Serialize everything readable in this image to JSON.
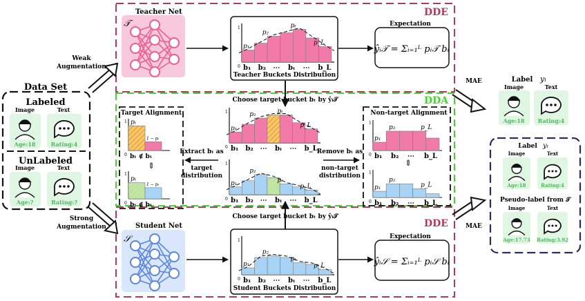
{
  "colors": {
    "dde": "#b03a5b",
    "dda": "#44d62c",
    "teacher_bg": "#f8c8dd",
    "student_bg": "#d9e6fb",
    "pink_bar": "#f27aa8",
    "blue_bar": "#a9d3f5",
    "hatch": "#f4d04a",
    "card": "#dff6e2",
    "card_text": "#4cba5a"
  },
  "labels": {
    "dde": "DDE",
    "dda": "DDA",
    "teacher_net": "Teacher Net",
    "student_net": "Student Net",
    "teacher_sym": "𝒯",
    "student_sym": "𝒮",
    "teacher_dist": "Teacher Buckets Distribution",
    "student_dist": "Student Buckets Distribution",
    "expectation": "Expectation",
    "weak_1": "Weak",
    "weak_2": "Augmentation",
    "strong_1": "Strong",
    "strong_2": "Augmentation",
    "mae": "MAE",
    "choose_top": "Choose target bucket bₜ by ŷᵢ𝒯",
    "choose_bottom": "Choose target bucket bₜ by ŷᵢ𝒯",
    "target_alignment": "Target Alignment",
    "nontarget_alignment": "Non-target Alignment",
    "extract_1": "Extract bₜ as",
    "extract_2": "target",
    "extract_3": "distribution",
    "remove_1": "Remove bₜ as",
    "remove_2": "non-target",
    "remove_3": "distribution"
  },
  "dataset": {
    "title": "Data Set",
    "labeled": "Labeled",
    "unlabeled": "UnLabeled",
    "image": "Image",
    "text": "Text",
    "age_l": "Age:18",
    "rating_l": "Rating:4",
    "age_u": "Age:?",
    "rating_u": "Rating:?"
  },
  "right": {
    "label_title": "Label",
    "label_sym": "yₗ",
    "image": "Image",
    "text": "Text",
    "age": "Age:18",
    "rating": "Rating:4",
    "pseudo_title": "Pseudo-label from 𝒯",
    "age_p": "Age:17.73",
    "rating_p": "Rating:3.92"
  },
  "formula": {
    "teacher": "ŷᵢ𝒯 = Σᵢ₌₁ᴸ pᵢ𝒯 bᵢ",
    "student": "ŷᵢ𝒮 = Σᵢ₌₁ᴸ pᵢ𝒮 bᵢ"
  },
  "hist": {
    "teacher_heights": [
      0.35,
      0.55,
      0.75,
      0.85,
      0.95,
      0.7,
      0.45
    ],
    "dda_top_heights": [
      0.35,
      0.6,
      0.8,
      0.9,
      0.9,
      0.65,
      0.45
    ],
    "dda_bottom_heights": [
      0.25,
      0.45,
      0.65,
      0.55,
      0.35,
      0.25,
      0.15
    ],
    "student_heights": [
      0.2,
      0.5,
      0.55,
      0.5,
      0.35,
      0.3,
      0.15
    ],
    "nontarget_top_heights": [
      0.3,
      0.7,
      0.7,
      0.7,
      0.45
    ],
    "nontarget_bottom_heights": [
      0.25,
      0.55,
      0.55,
      0.35,
      0.15
    ],
    "target_index": 3,
    "ticks": [
      "𝐛₁",
      "𝐛₂",
      "⋯",
      "𝐛ₜ",
      "⋯",
      "𝐛_L"
    ],
    "ticks_short": [
      "𝐛₁",
      "𝐛₂",
      "⋯",
      "𝐛_L"
    ],
    "p1": "p₁",
    "p2": "p₂",
    "pt": "pₜ",
    "pL": "p_L",
    "one": "1",
    "zero": "0",
    "one_minus_pt": "1 − pₜ",
    "target_ticks": "𝐛ₜ ∉ 𝐛ₜ"
  }
}
